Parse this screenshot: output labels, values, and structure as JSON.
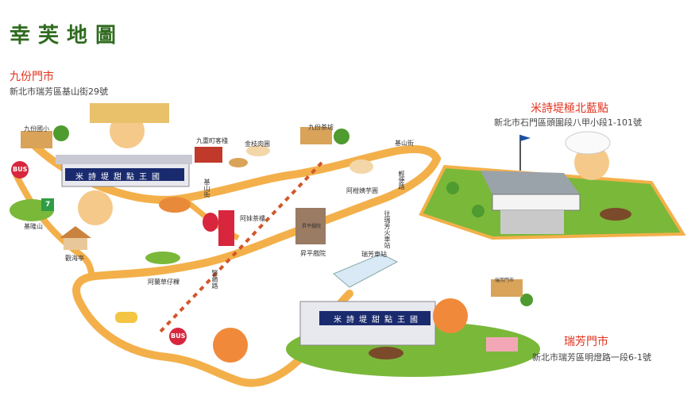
{
  "title": "幸芙地圖",
  "stores": {
    "jiufen": {
      "name": "九份門市",
      "address": "新北市瑞芳區基山街29號"
    },
    "mishiti": {
      "name": "米詩堤極北藍點",
      "address": "新北市石門區頭圍段八甲小段1-101號"
    },
    "ruifang": {
      "name": "瑞芳門市",
      "address": "新北市瑞芳區明燈路一段6-1號"
    }
  },
  "shop_sign": "米詩堤甜點王國",
  "landmarks": {
    "jiufen_school": "九份國小",
    "jiufen_teahouse": "九份茶坊",
    "keelung_mountain": "基隆山",
    "guanhai_pavilion": "觀海亭",
    "jiuchong_inn": "九重町客棧",
    "jinzhi_meatball": "金枝肉圓",
    "ahgan_taro": "阿柑姨芋圓",
    "amei_teahouse": "阿妹茶樓",
    "shengping_theater": "昇平戲院",
    "shengping_sign": "昇平戲院",
    "alan_cake": "阿蘭草仔粿",
    "ruifang_station": "瑞芳車站",
    "ruifang_small": "瑞芳門市"
  },
  "streets": {
    "jishan_1": "基山街",
    "jishan_2": "基山街",
    "qingbian": "輕便路",
    "shuqi": "豎崎路",
    "ruifang_shuqi": "往瑞芳火車站"
  },
  "bus_label": "BUS",
  "store_badge": "7",
  "colors": {
    "title": "#2f6b1f",
    "store_name": "#e0321e",
    "road": "#f3b04a",
    "grass": "#7ab83a",
    "shop_sign_bg": "#1a2a6e"
  },
  "icons": [
    "bus-stop-icon",
    "convenience-store-icon",
    "flag-icon",
    "car-icon",
    "cat-mascot-icon",
    "temple-icon",
    "lantern-icon"
  ]
}
